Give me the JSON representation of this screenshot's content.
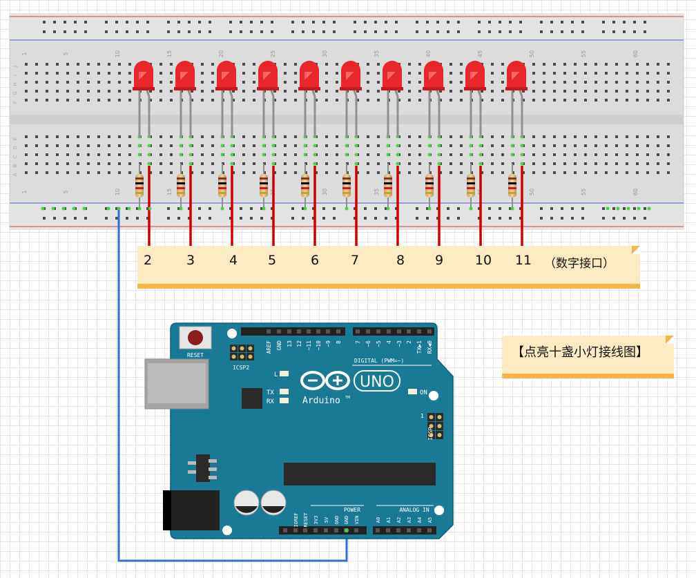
{
  "breadboard": {
    "column_numbers": [
      "1",
      "5",
      "10",
      "15",
      "20",
      "25",
      "30",
      "35",
      "40",
      "45",
      "50",
      "55",
      "60"
    ],
    "row_letters_top": [
      "J",
      "I",
      "H",
      "G",
      "F"
    ],
    "row_letters_bottom": [
      "E",
      "D",
      "C",
      "B",
      "A"
    ]
  },
  "leds": {
    "count": 10,
    "color": "#e8262b"
  },
  "pin_note": {
    "pins": [
      "2",
      "3",
      "4",
      "5",
      "6",
      "7",
      "8",
      "9",
      "10",
      "11"
    ],
    "suffix": "（数字接口）"
  },
  "title_note": {
    "text": "【点亮十盏小灯接线图】"
  },
  "arduino": {
    "brand": "Arduino",
    "trademark": "TM",
    "model": "UNO",
    "reset_label": "RESET",
    "icsp2_label": "ICSP2",
    "icsp_label": "ICSP",
    "icsp_pin1": "1",
    "led_l": "L",
    "led_tx": "TX",
    "led_rx": "RX",
    "led_on": "ON",
    "digital_label": "DIGITAL (PWM=~)",
    "digital_pins_left": [
      "AREF",
      "GND",
      "13",
      "12",
      "~11",
      "~10",
      "~9",
      "8"
    ],
    "digital_pins_right": [
      "7",
      "~6",
      "~5",
      "4",
      "~3",
      "2",
      "TX▶1",
      "RX◀0"
    ],
    "power_label": "POWER",
    "power_pins": [
      "IOREF",
      "RESET",
      "3V3",
      "5V",
      "GND",
      "GND",
      "VIN"
    ],
    "analog_label": "ANALOG IN",
    "analog_pins": [
      "A0",
      "A1",
      "A2",
      "A3",
      "A4",
      "A5"
    ],
    "board_color": "#1a7a96"
  },
  "wires": {
    "signal_color": "#cc0000",
    "ground_color": "#2f6fcf"
  }
}
